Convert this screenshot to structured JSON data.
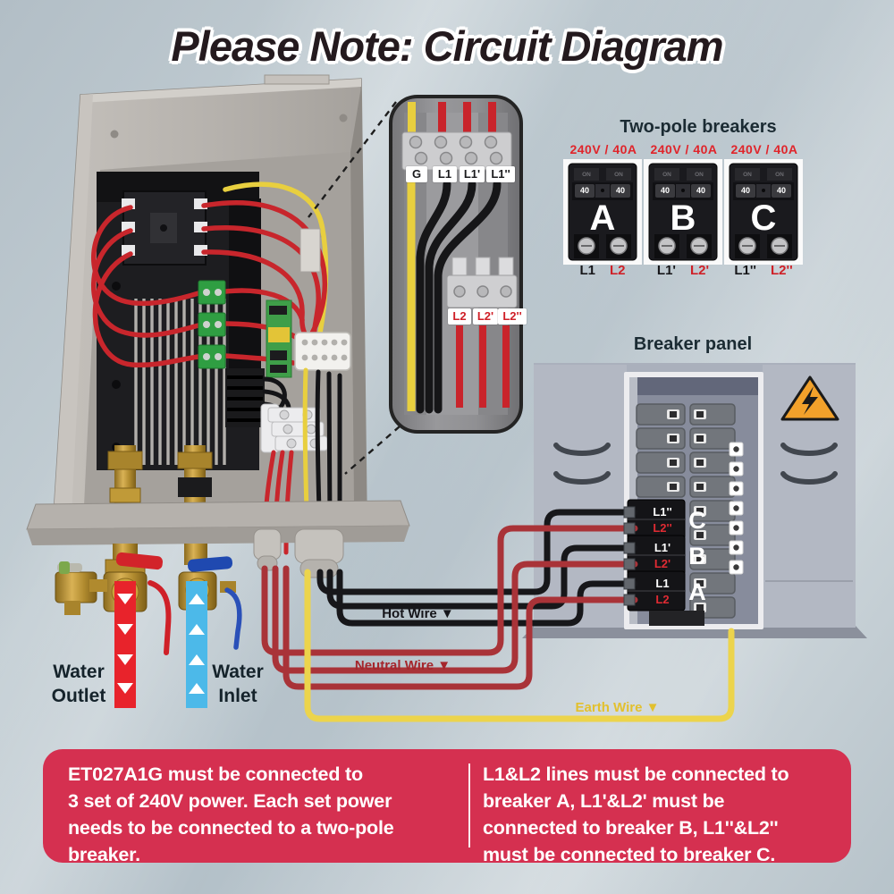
{
  "title": "Please Note: Circuit Diagram",
  "two_pole_breakers": {
    "heading": "Two-pole breakers",
    "items": [
      {
        "rating": "240V / 40A",
        "letter": "A",
        "on_label": "ON",
        "amp": "40",
        "terminal_hot": "L1",
        "terminal_neutral": "L2"
      },
      {
        "rating": "240V / 40A",
        "letter": "B",
        "on_label": "ON",
        "amp": "40",
        "terminal_hot": "L1'",
        "terminal_neutral": "L2'"
      },
      {
        "rating": "240V / 40A",
        "letter": "C",
        "on_label": "ON",
        "amp": "40",
        "terminal_hot": "L1''",
        "terminal_neutral": "L2''"
      }
    ]
  },
  "breaker_panel": {
    "heading": "Breaker panel",
    "slots": [
      {
        "letter": "C",
        "hot": "L1''",
        "neutral": "L2''"
      },
      {
        "letter": "B",
        "hot": "L1'",
        "neutral": "L2'"
      },
      {
        "letter": "A",
        "hot": "L1",
        "neutral": "L2"
      }
    ]
  },
  "terminal_detail": {
    "top_labels": [
      "G",
      "L1",
      "L1'",
      "L1''"
    ],
    "bottom_labels": [
      "L2",
      "L2'",
      "L2''"
    ]
  },
  "wires": {
    "hot_label": "Hot Wire ▼",
    "neutral_label": "Neutral Wire ▼",
    "earth_label": "Earth Wire ▼"
  },
  "water": {
    "outlet_line1": "Water",
    "outlet_line2": "Outlet",
    "inlet_line1": "Water",
    "inlet_line2": "Inlet"
  },
  "notes": {
    "left": {
      "l1_bold": "ET027A1G",
      "l1_rest": " must be connected to",
      "l2_bold": "3 set of 240V",
      "l2_rest": " power. Each set power",
      "l3": "needs to be connected to a two-pole",
      "l4": "breaker."
    },
    "right": {
      "r1": "L1&L2 lines must be connected to",
      "r2a": "breaker ",
      "r2b": "A",
      "r2c": ", L1'&L2'  must be",
      "r3a": "connected to breaker ",
      "r3b": "B",
      "r3c": ", L1''&L2''",
      "r4a": "must be connected to breaker ",
      "r4b": "C",
      "r4c": "."
    }
  },
  "colors": {
    "banner_red": "#d53050",
    "rating_red": "#e0242a",
    "hot_wire": "#17171a",
    "neutral_wire": "#a93338",
    "earth_wire": "#ecd44c",
    "outlet_red": "#e8232b",
    "inlet_blue": "#4cb9e9",
    "warning_orange": "#f2a12b"
  }
}
